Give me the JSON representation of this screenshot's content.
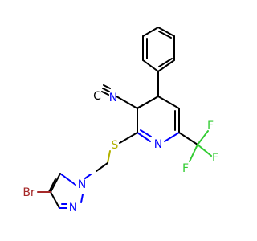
{
  "molecule": {
    "atoms": {
      "nitrile_c": "C",
      "nitrile_n": "N",
      "ring_n": "N",
      "sulfur": "S",
      "f1": "F",
      "f2": "F",
      "f3": "F",
      "bromine": "Br",
      "pyrazole_n1": "N",
      "pyrazole_n2": "N"
    },
    "colors": {
      "carbon": "#000000",
      "nitrogen": "#0000ff",
      "sulfur": "#b2b200",
      "fluorine": "#33cc33",
      "bromine": "#a62929"
    }
  }
}
